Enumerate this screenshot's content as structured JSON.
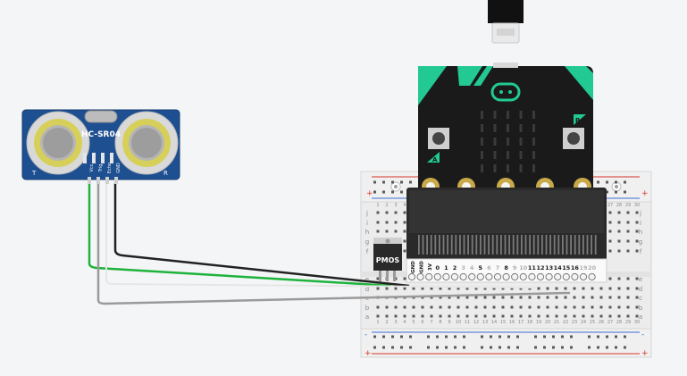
{
  "sensor": {
    "model": "HC-SR04",
    "pin_labels": [
      "Vcc",
      "Trig",
      "Echo",
      "GND"
    ],
    "left_mark": "T",
    "right_mark": "R"
  },
  "transistor": {
    "label": "PMOS"
  },
  "microbit": {
    "button_a": "A",
    "button_b": "B",
    "edge_labels": [
      "GND",
      "GND",
      "3V",
      "0",
      "1",
      "2",
      "3",
      "4",
      "5",
      "6",
      "7",
      "8",
      "9",
      "10",
      "11",
      "12",
      "13",
      "14",
      "15",
      "16",
      "19",
      "20"
    ]
  },
  "breadboard": {
    "row_letters_top": [
      "j",
      "i",
      "h",
      "g",
      "f"
    ],
    "row_letters_bottom": [
      "e",
      "d",
      "c",
      "b",
      "a"
    ],
    "column_numbers": [
      "1",
      "2",
      "3",
      "4",
      "5",
      "6",
      "7",
      "8",
      "9",
      "10",
      "11",
      "12",
      "13",
      "14",
      "15",
      "16",
      "17",
      "18",
      "19",
      "20",
      "21",
      "22",
      "23",
      "24",
      "25",
      "26",
      "27",
      "28",
      "29",
      "30"
    ],
    "plus": "+",
    "minus": "-"
  },
  "colors": {
    "canvas": "#f4f5f6",
    "sensor_pcb": "#1d4f91",
    "microbit_body": "#1a1a1a",
    "microbit_accent": "#22c993",
    "wire_green": "#1db33c",
    "wire_black": "#222222",
    "wire_gray": "#9a9a9a",
    "wire_white": "#e6e6e6",
    "rail_red": "#d9352b",
    "rail_blue": "#3a6fd1"
  }
}
